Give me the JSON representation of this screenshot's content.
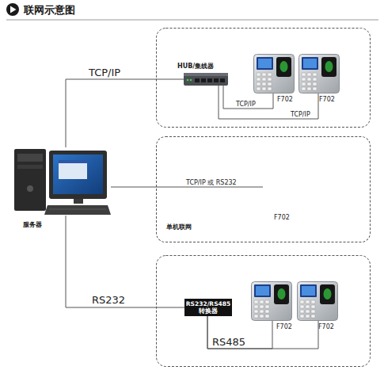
{
  "diagram": {
    "title": "联网示意图",
    "nodes": [
      {
        "text": [
          "服务器"
        ]
      },
      {
        "text": [
          "HUB/集线器"
        ]
      },
      {
        "text": [
          "F702"
        ]
      },
      {
        "text": [
          "F702"
        ]
      },
      {
        "text": [
          "单机联网"
        ]
      },
      {
        "text": [
          "F702"
        ],
        "in": 4
      },
      {
        "text": [
          "RS232/RS485 转换器"
        ]
      },
      {
        "text": [
          "F702"
        ]
      },
      {
        "text": [
          "F702"
        ]
      }
    ],
    "edges": [
      {
        "from": 0,
        "to": 1,
        "label": "TCP/IP",
        "arrow": "none"
      },
      {
        "from": 1,
        "to": 2,
        "label": "TCP/IP",
        "arrow": "none"
      },
      {
        "from": 1,
        "to": 3,
        "label": "TCP/IP",
        "arrow": "none"
      },
      {
        "from": 0,
        "to": 5,
        "label": "TCP/IP 或 RS232",
        "arrow": "none"
      },
      {
        "from": 0,
        "to": 6,
        "label": "RS232",
        "arrow": "none"
      },
      {
        "from": 6,
        "to": 7,
        "label": "RS485",
        "arrow": "none"
      },
      {
        "from": 6,
        "to": 8,
        "arrow": "none"
      }
    ]
  }
}
